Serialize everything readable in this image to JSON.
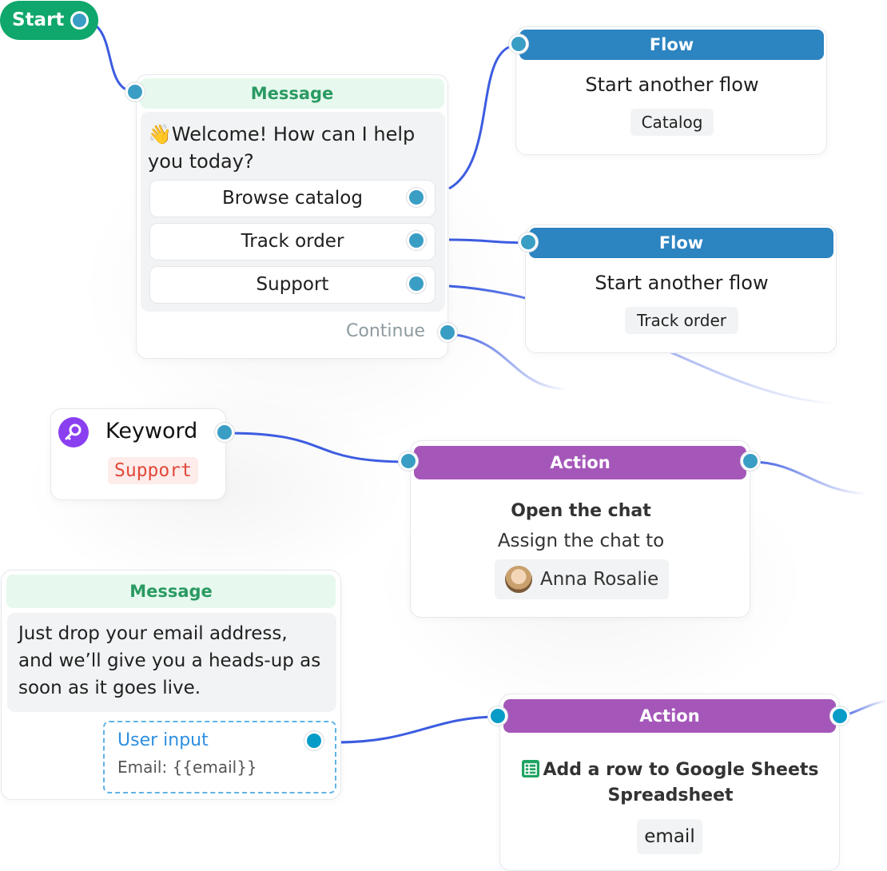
{
  "start": {
    "label": "Start"
  },
  "message1": {
    "header": "Message",
    "emoji": "👋",
    "text": "Welcome! How can I help you today?",
    "buttons": [
      "Browse catalog",
      "Track order",
      "Support"
    ],
    "continue_label": "Continue"
  },
  "flow1": {
    "header": "Flow",
    "title": "Start another flow",
    "tag": "Catalog"
  },
  "flow2": {
    "header": "Flow",
    "title": "Start another flow",
    "tag": "Track order"
  },
  "keyword": {
    "label": "Keyword",
    "value": "Support"
  },
  "action1": {
    "header": "Action",
    "title": "Open the chat",
    "subtitle": "Assign the chat to",
    "assignee": "Anna Rosalie"
  },
  "message2": {
    "header": "Message",
    "text": "Just drop your email address, and we’ll give you a heads-up as soon as it goes live.",
    "input_label": "User input",
    "input_value": "Email: {{email}}"
  },
  "action2": {
    "header": "Action",
    "title": "Add a row to Google Sheets Spreadsheet",
    "tag": "email"
  },
  "colors": {
    "start": "#0fa76b",
    "message_header_bg": "#e7f9ee",
    "message_header_text": "#2a9a62",
    "flow_header": "#2c84c1",
    "action_header": "#a557b9",
    "port": "#3a9ec4",
    "link": "#3c5ce0",
    "keyword_text": "#e2493b",
    "user_input": "#2d8fe0"
  },
  "icons": {
    "start_port": "ring-icon",
    "keyword": "key-icon",
    "sheets": "google-sheets-icon",
    "avatar": "user-avatar"
  }
}
